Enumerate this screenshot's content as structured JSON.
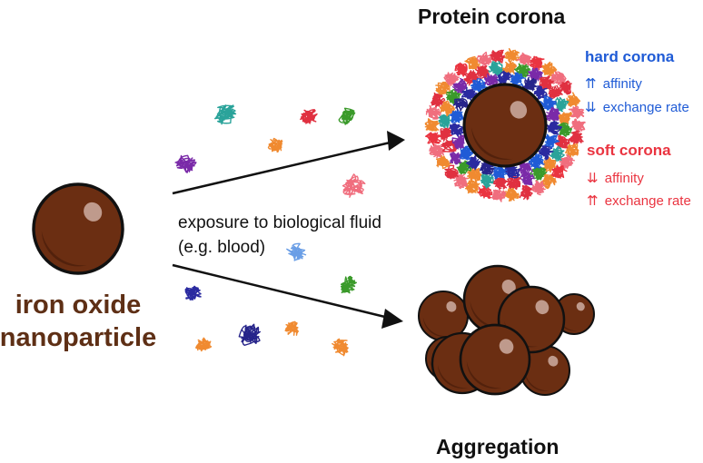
{
  "colors": {
    "particle": "#6b2e12",
    "particle_dark": "#3e1808",
    "outline": "#111111",
    "nanoparticle_label": "#5e2f15",
    "hard_corona": "#1f5bd6",
    "soft_corona": "#ea3440",
    "arrow": "#111111"
  },
  "nanoparticle": {
    "label_line1": "iron oxide",
    "label_line2": "nanoparticle"
  },
  "exposure": {
    "line1": "exposure to biological fluid",
    "line2": "(e.g. blood)"
  },
  "outcomes": {
    "corona_title": "Protein corona",
    "aggregation_title": "Aggregation"
  },
  "hard_corona": {
    "title": "hard corona",
    "affinity": "affinity",
    "affinity_arrows": "⇈",
    "exchange": "exchange rate",
    "exchange_arrows": "⇊"
  },
  "soft_corona": {
    "title": "soft corona",
    "affinity": "affinity",
    "affinity_arrows": "⇊",
    "exchange": "exchange rate",
    "exchange_arrows": "⇈"
  },
  "proteins": [
    {
      "color": "#2aa39a",
      "icon": "protein-blob"
    },
    {
      "color": "#e03040",
      "icon": "protein-blob"
    },
    {
      "color": "#3a9a2a",
      "icon": "protein-blob"
    },
    {
      "color": "#f08a30",
      "icon": "protein-blob"
    },
    {
      "color": "#7a2aa8",
      "icon": "protein-blob"
    },
    {
      "color": "#f06e7e",
      "icon": "protein-blob"
    },
    {
      "color": "#6a9ee6",
      "icon": "protein-blob"
    },
    {
      "color": "#3a9a2a",
      "icon": "protein-blob"
    },
    {
      "color": "#2a2aa0",
      "icon": "protein-blob"
    },
    {
      "color": "#26248a",
      "icon": "protein-blob"
    },
    {
      "color": "#f08a30",
      "icon": "protein-blob"
    },
    {
      "color": "#f08a30",
      "icon": "protein-blob"
    },
    {
      "color": "#f08a30",
      "icon": "protein-blob"
    }
  ]
}
